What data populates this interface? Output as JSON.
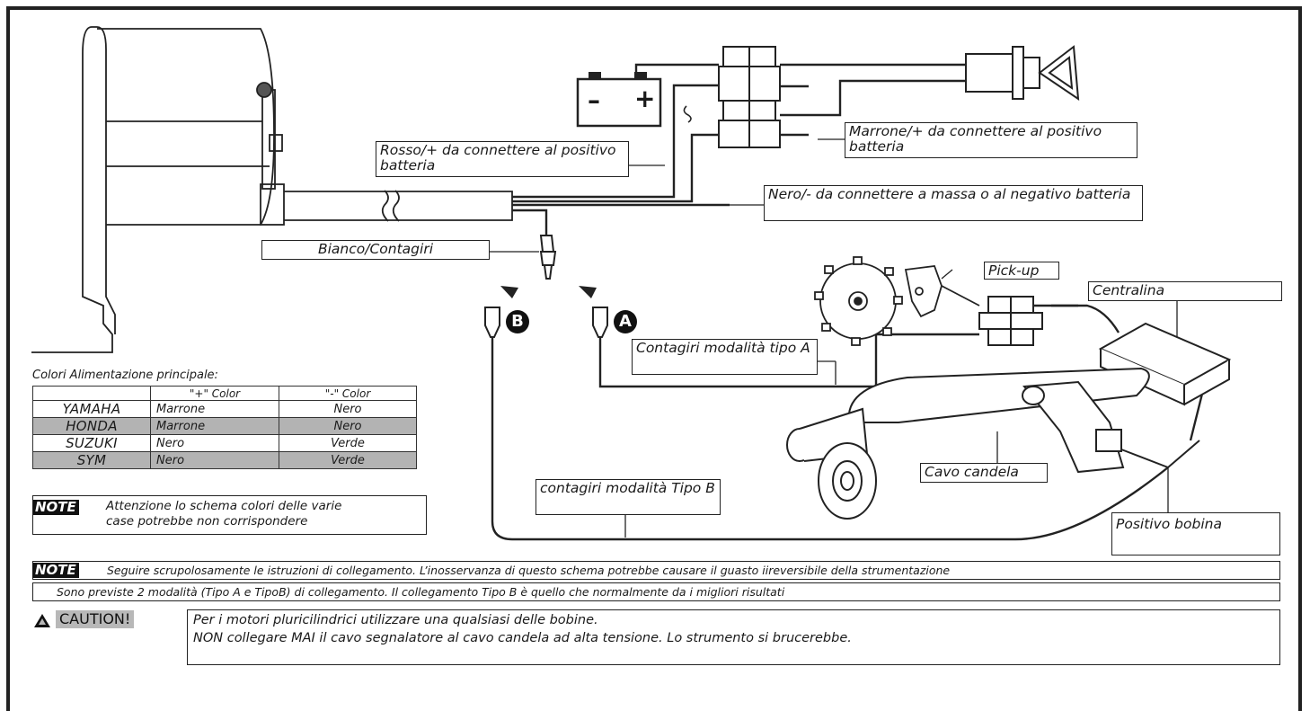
{
  "labels": {
    "rosso": "Rosso/+ da connettere al positivo batteria",
    "marrone": "Marrone/+ da connettere al positivo batteria",
    "nero": "Nero/- da connettere a massa o al negativo batteria",
    "bianco": "Bianco/Contagiri",
    "pickup": "Pick-up",
    "centralina": "Centralina",
    "tipoA": "Contagiri modalità tipo A",
    "tipoB": "contagiri modalità Tipo B",
    "cavo_candela": "Cavo candela",
    "positivo_bobina": "Positivo bobina"
  },
  "markers": {
    "a": "A",
    "b": "B"
  },
  "battery": {
    "minus": "–",
    "plus": "+"
  },
  "colors_table": {
    "title": "Colori Alimentazione principale:",
    "headers": [
      "",
      "\"+\" Color",
      "\"-\" Color"
    ],
    "rows": [
      {
        "brand": "YAMAHA",
        "plus": "Marrone",
        "minus": "Nero",
        "shaded": false
      },
      {
        "brand": "HONDA",
        "plus": "Marrone",
        "minus": "Nero",
        "shaded": true
      },
      {
        "brand": "SUZUKI",
        "plus": "Nero",
        "minus": "Verde",
        "shaded": false
      },
      {
        "brand": "SYM",
        "plus": "Nero",
        "minus": "Verde",
        "shaded": true
      }
    ]
  },
  "note1": {
    "tag": "NOTE",
    "line1": "Attenzione lo schema colori delle varie",
    "line2": "case potrebbe non corrispondere"
  },
  "note2": {
    "tag": "NOTE",
    "text": "Seguire scrupolosamente le istruzioni di collegamento. L’inosservanza di questo schema potrebbe causare il guasto iireversibile della strumentazione"
  },
  "warning": {
    "icon": "warning-triangle-icon",
    "text": "Sono previste 2 modalità (Tipo A e TipoB) di collegamento. Il collegamento Tipo B è quello che normalmente da i migliori risultati"
  },
  "caution": {
    "icon": "warning-triangle-icon",
    "tag": "CAUTION!",
    "line1": "Per i motori pluricilindrici utilizzare una qualsiasi delle bobine.",
    "line2": "NON collegare MAI il cavo segnalatore al cavo candela ad alta tensione. Lo strumento si brucerebbe."
  }
}
